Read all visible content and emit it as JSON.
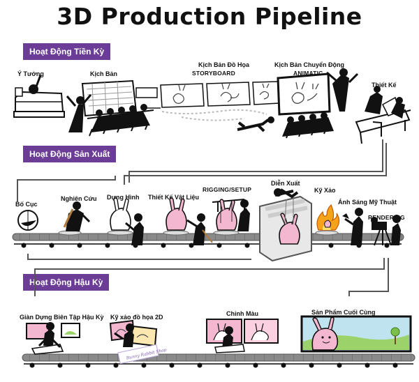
{
  "title": "3D Production Pipeline",
  "phases": {
    "pre": "Hoạt Động Tiền Kỳ",
    "production": "Hoạt Động Sản Xuất",
    "post": "Hoạt Động Hậu Kỳ"
  },
  "pre_steps": {
    "idea": "Ý Tưởng",
    "script": "Kịch Bản",
    "storyboard_vn": "Kịch Bản Đồ Họa",
    "storyboard": "STORYBOARD",
    "animatic_vn": "Kịch Bản Chuyển Động",
    "animatic": "ANIMATIC",
    "design": "Thiết Kế"
  },
  "production_steps": {
    "layout": "Bố Cục",
    "research": "Nghiên Cứu",
    "modeling": "Dựng Hình",
    "texturing": "Thiết Kế Vật Liệu",
    "rigging": "RIGGING/SETUP",
    "animation": "Diễn Xuất",
    "vfx": "Kỹ Xảo",
    "lighting": "Ánh Sáng Mỹ Thuật",
    "rendering": "RENDERING"
  },
  "post_steps": {
    "editing": "Giàn Dựng Biên Tập Hậu Kỳ",
    "compositing": "Kỹ xảo đồ họa 2D",
    "color": "Chỉnh Màu",
    "final": "Sản Phẩm Cuối Cùng"
  },
  "watermark": "Bunny Rabbit Shop",
  "colors": {
    "phase_bg": "#6b3d96",
    "conveyor": "#6e6e6e",
    "connector": "#555555",
    "bunny": "#f3b7cf",
    "fire": "#f6a21a",
    "sky": "#bfe3ef",
    "grass": "#9bd36a"
  }
}
